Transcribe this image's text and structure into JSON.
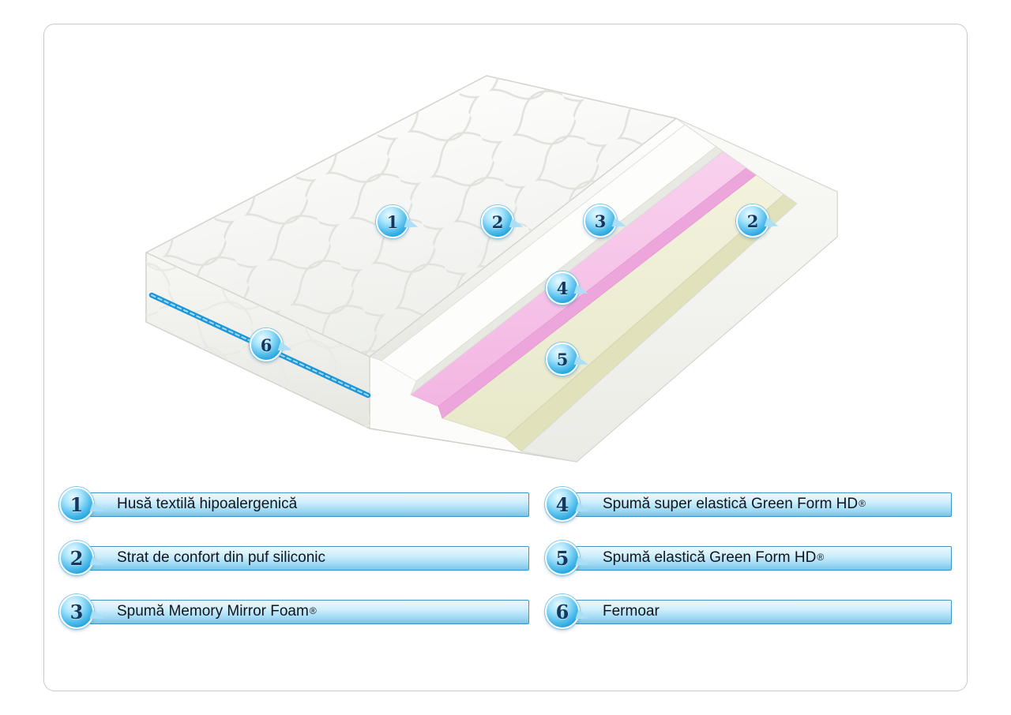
{
  "colors": {
    "badge_blue": "#1e9ddb",
    "badge_number_navy": "#17365c",
    "legend_bar_border": "#3c94c8",
    "legend_bar_top": "#eef9fe",
    "legend_bar_bottom": "#7ac3e8",
    "zipper_blue": "#1f97d6",
    "layer_pink": "#f3b9e4",
    "layer_cream": "#e9e9cc",
    "layer_white": "#ffffff"
  },
  "diagram": {
    "badges": [
      {
        "n": "1"
      },
      {
        "n": "2"
      },
      {
        "n": "3"
      },
      {
        "n": "2"
      },
      {
        "n": "4"
      },
      {
        "n": "5"
      },
      {
        "n": "6"
      }
    ]
  },
  "legend": {
    "items": [
      {
        "n": "1",
        "label": "Husă textilă hipoalergenică",
        "sup": ""
      },
      {
        "n": "2",
        "label": "Strat de confort din puf siliconic",
        "sup": ""
      },
      {
        "n": "3",
        "label": "Spumă Memory Mirror Foam",
        "sup": "®"
      },
      {
        "n": "4",
        "label": "Spumă super elastică Green Form HD",
        "sup": "®"
      },
      {
        "n": "5",
        "label": "Spumă elastică Green Form HD",
        "sup": "®"
      },
      {
        "n": "6",
        "label": "Fermoar",
        "sup": ""
      }
    ]
  }
}
